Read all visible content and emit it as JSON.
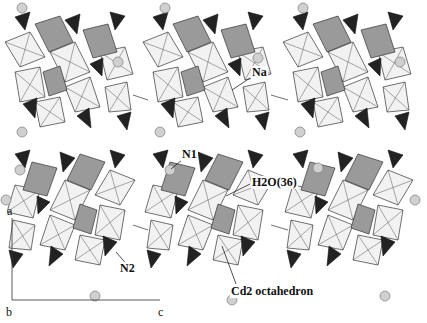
{
  "diagram": {
    "labels": [
      "Na",
      "N1",
      "H2O(36)",
      "N2",
      "Cd2 octahedron",
      "a",
      "b",
      "c"
    ]
  }
}
